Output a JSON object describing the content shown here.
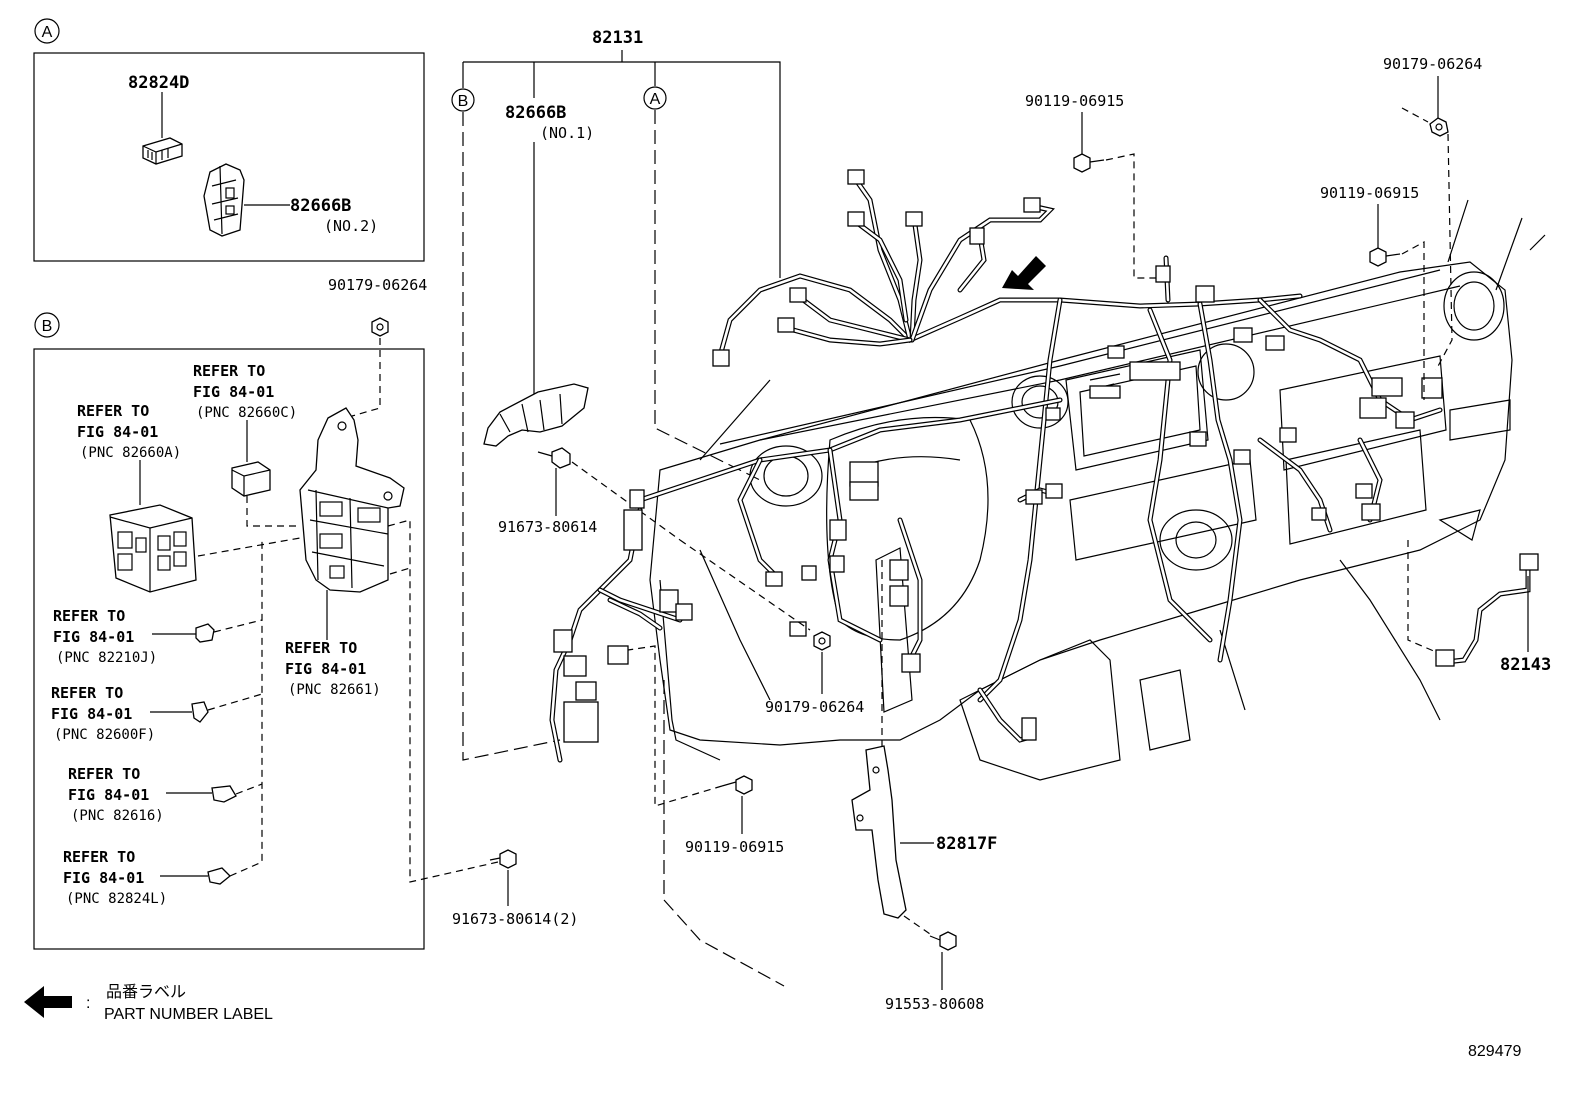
{
  "callouts": {
    "c1": "82131",
    "c2": "82666B",
    "c2_sub": "(NO.1)",
    "c3": "90119-06915",
    "c4": "90179-06264",
    "c5": "90119-06915",
    "c6": "91673-80614",
    "c7": "90179-06264",
    "c8": "82143",
    "c9": "90119-06915",
    "c10": "82817F",
    "c11": "91673-80614(2)",
    "c12": "91553-80608",
    "c13": "90179-06264"
  },
  "box_a": {
    "letter": "A",
    "part1": "82824D",
    "part2": "82666B",
    "part2_sub": "(NO.2)"
  },
  "box_b": {
    "letter": "B",
    "refs": [
      {
        "l1": "REFER TO",
        "l2": "FIG 84-01",
        "l3": "(PNC 82660C)"
      },
      {
        "l1": "REFER TO",
        "l2": "FIG 84-01",
        "l3": "(PNC 82660A)"
      },
      {
        "l1": "REFER TO",
        "l2": "FIG 84-01",
        "l3": "(PNC 82210J)"
      },
      {
        "l1": "REFER TO",
        "l2": "FIG 84-01",
        "l3": "(PNC 82661)"
      },
      {
        "l1": "REFER TO",
        "l2": "FIG 84-01",
        "l3": "(PNC 82600F)"
      },
      {
        "l1": "REFER TO",
        "l2": "FIG 84-01",
        "l3": "(PNC 82616)"
      },
      {
        "l1": "REFER TO",
        "l2": "FIG 84-01",
        "l3": "(PNC 82824L)"
      }
    ]
  },
  "branch_letters": {
    "b": "B",
    "a": "A"
  },
  "legend": {
    "jp": "品番ラベル",
    "sep": ":",
    "en": "PART NUMBER LABEL"
  },
  "figure_id": "829479"
}
